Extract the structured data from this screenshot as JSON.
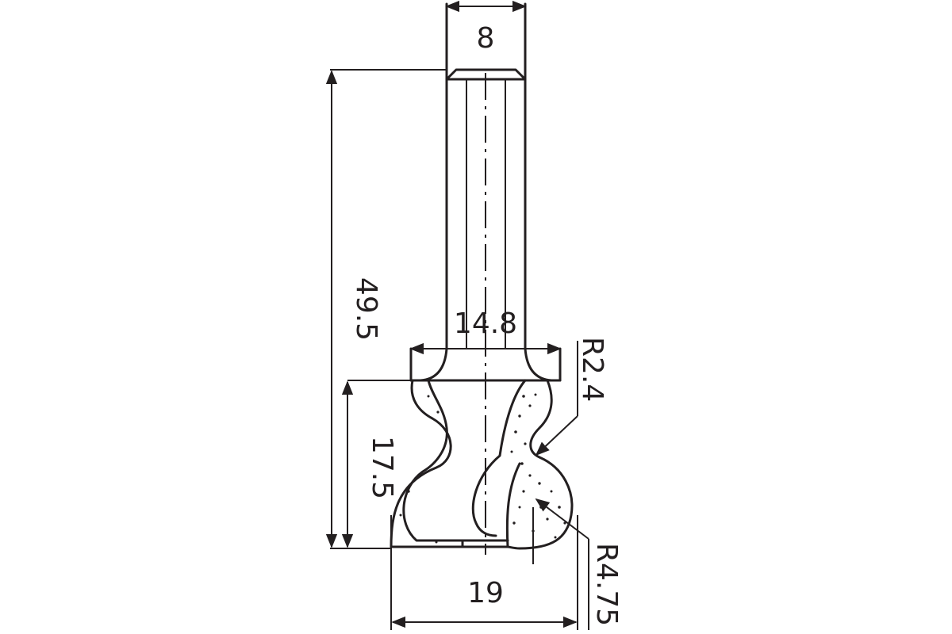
{
  "drawing": {
    "dimensions": {
      "shank_diameter": "8",
      "total_length": "49.5",
      "collar_diameter": "14.8",
      "cutting_height": "17.5",
      "cutting_diameter": "19",
      "radius_top": "R2.4",
      "radius_bottom": "R4.75"
    },
    "colors": {
      "ink": "#231f20",
      "background": "#ffffff"
    }
  }
}
